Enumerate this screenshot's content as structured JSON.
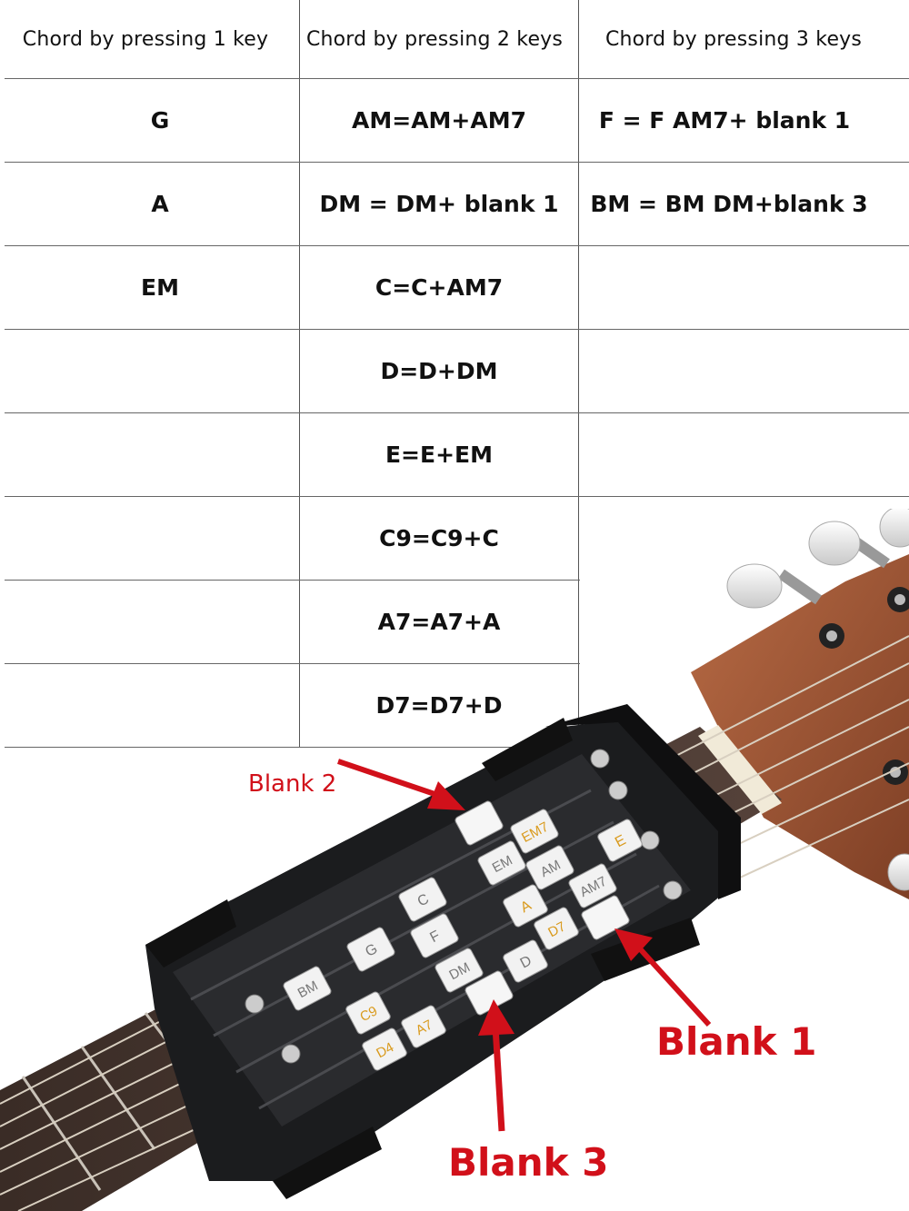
{
  "table": {
    "headers": [
      "Chord by pressing 1 key",
      "Chord by pressing 2 keys",
      "Chord by pressing 3 keys"
    ],
    "rows": [
      [
        "G",
        "AM=AM+AM7",
        "F = F AM7+ blank 1"
      ],
      [
        "A",
        "DM = DM+ blank 1",
        "BM = BM DM+blank 3"
      ],
      [
        "EM",
        "C=C+AM7",
        ""
      ],
      [
        "",
        "D=D+DM",
        ""
      ],
      [
        "",
        "E=E+EM",
        ""
      ],
      [
        "",
        "C9=C9+C",
        ""
      ],
      [
        "",
        "A7=A7+A",
        ""
      ],
      [
        "",
        "D7=D7+D",
        ""
      ]
    ]
  },
  "keys": {
    "bm": "BM",
    "g": "G",
    "c": "C",
    "f": "F",
    "dm": "DM",
    "d": "D",
    "em": "EM",
    "am": "AM",
    "a": "A",
    "em7": "EM7",
    "e": "E",
    "am7": "AM7",
    "d7": "D7",
    "c9": "C9",
    "d4": "D4",
    "a7": "A7"
  },
  "callouts": {
    "blank1": "Blank 1",
    "blank2": "Blank 2",
    "blank3": "Blank 3"
  },
  "colors": {
    "callout_red": "#d1101a",
    "key_gold": "#d99a1c",
    "device_black": "#1b1c1e",
    "neck_wood": "#9b5a3c"
  }
}
